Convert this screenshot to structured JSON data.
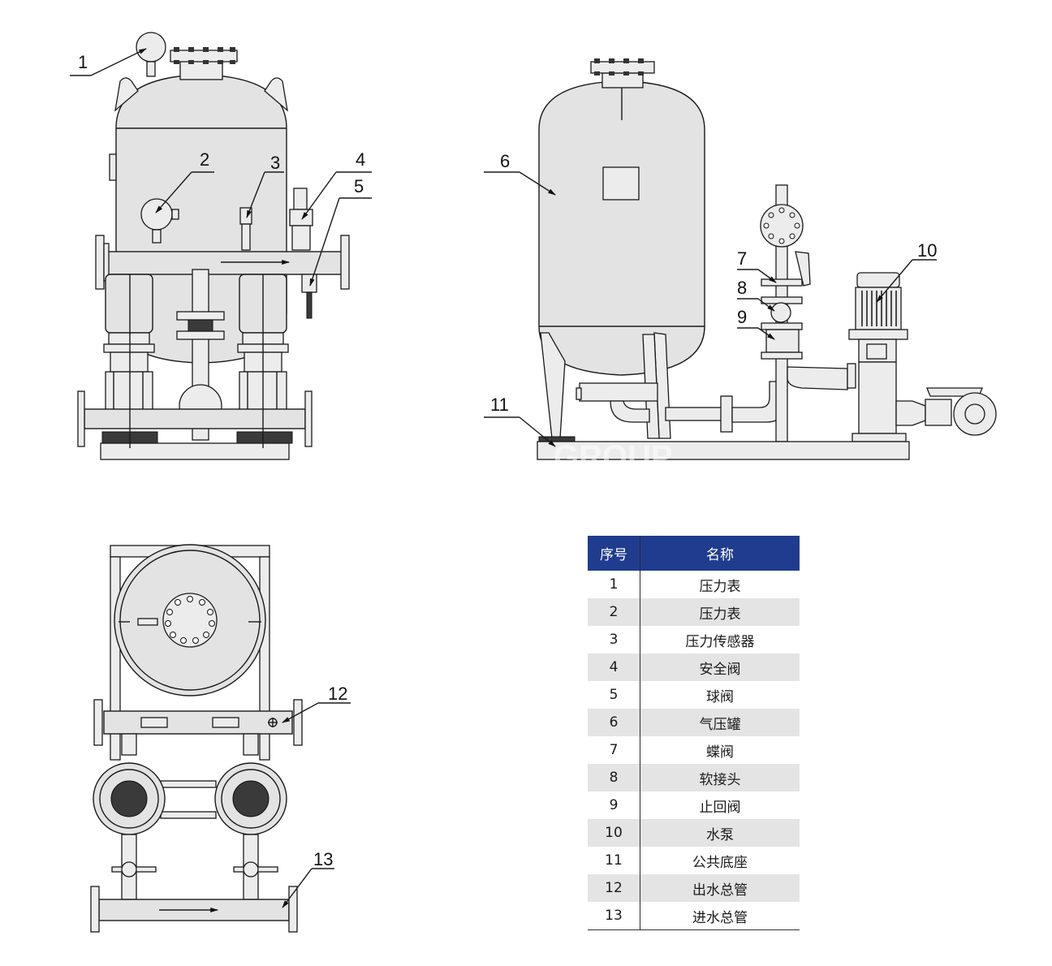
{
  "callouts": [
    "1",
    "2",
    "3",
    "4",
    "5",
    "6",
    "7",
    "8",
    "9",
    "10",
    "11",
    "12",
    "13"
  ],
  "watermark": "GROUP",
  "table": {
    "headers": [
      "序号",
      "名称"
    ],
    "rows": [
      {
        "no": "1",
        "name": "压力表"
      },
      {
        "no": "2",
        "name": "压力表"
      },
      {
        "no": "3",
        "name": "压力传感器"
      },
      {
        "no": "4",
        "name": "安全阀"
      },
      {
        "no": "5",
        "name": "球阀"
      },
      {
        "no": "6",
        "name": "气压罐"
      },
      {
        "no": "7",
        "name": "蝶阀"
      },
      {
        "no": "8",
        "name": "软接头"
      },
      {
        "no": "9",
        "name": "止回阀"
      },
      {
        "no": "10",
        "name": "水泵"
      },
      {
        "no": "11",
        "name": "公共底座"
      },
      {
        "no": "12",
        "name": "出水总管"
      },
      {
        "no": "13",
        "name": "进水总管"
      }
    ]
  },
  "colors": {
    "header_bg": "#1f3c8e",
    "row_shade": "#e4e4e5",
    "metal": "#e3e3e3"
  }
}
